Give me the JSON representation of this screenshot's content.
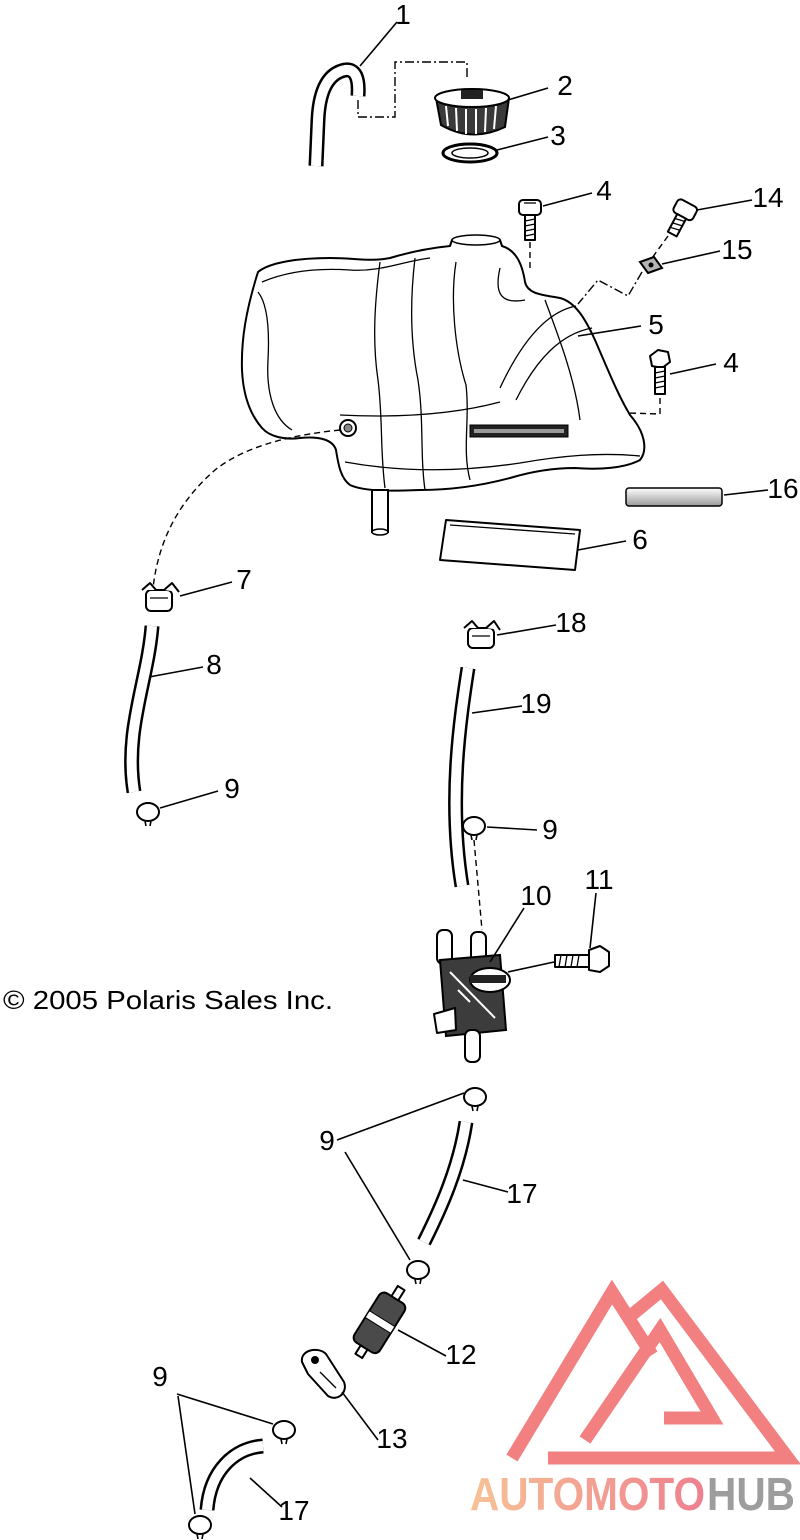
{
  "callouts": [
    "1",
    "2",
    "3",
    "4",
    "14",
    "15",
    "5",
    "4",
    "16",
    "6",
    "7",
    "18",
    "8",
    "19",
    "9",
    "9",
    "10",
    "11",
    "9",
    "17",
    "12",
    "9",
    "13",
    "17"
  ],
  "copyright": "© 2005 Polaris Sales Inc.",
  "logo": {
    "primary": "AUTOMOTO",
    "secondary": "HUB"
  },
  "colors": {
    "line": "#000000",
    "background": "#ffffff",
    "logo_mark": "#f06a6a",
    "logo_primary_start": "#f6b884",
    "logo_primary_end": "#ec6a7c",
    "logo_secondary": "#8c8c8c"
  }
}
